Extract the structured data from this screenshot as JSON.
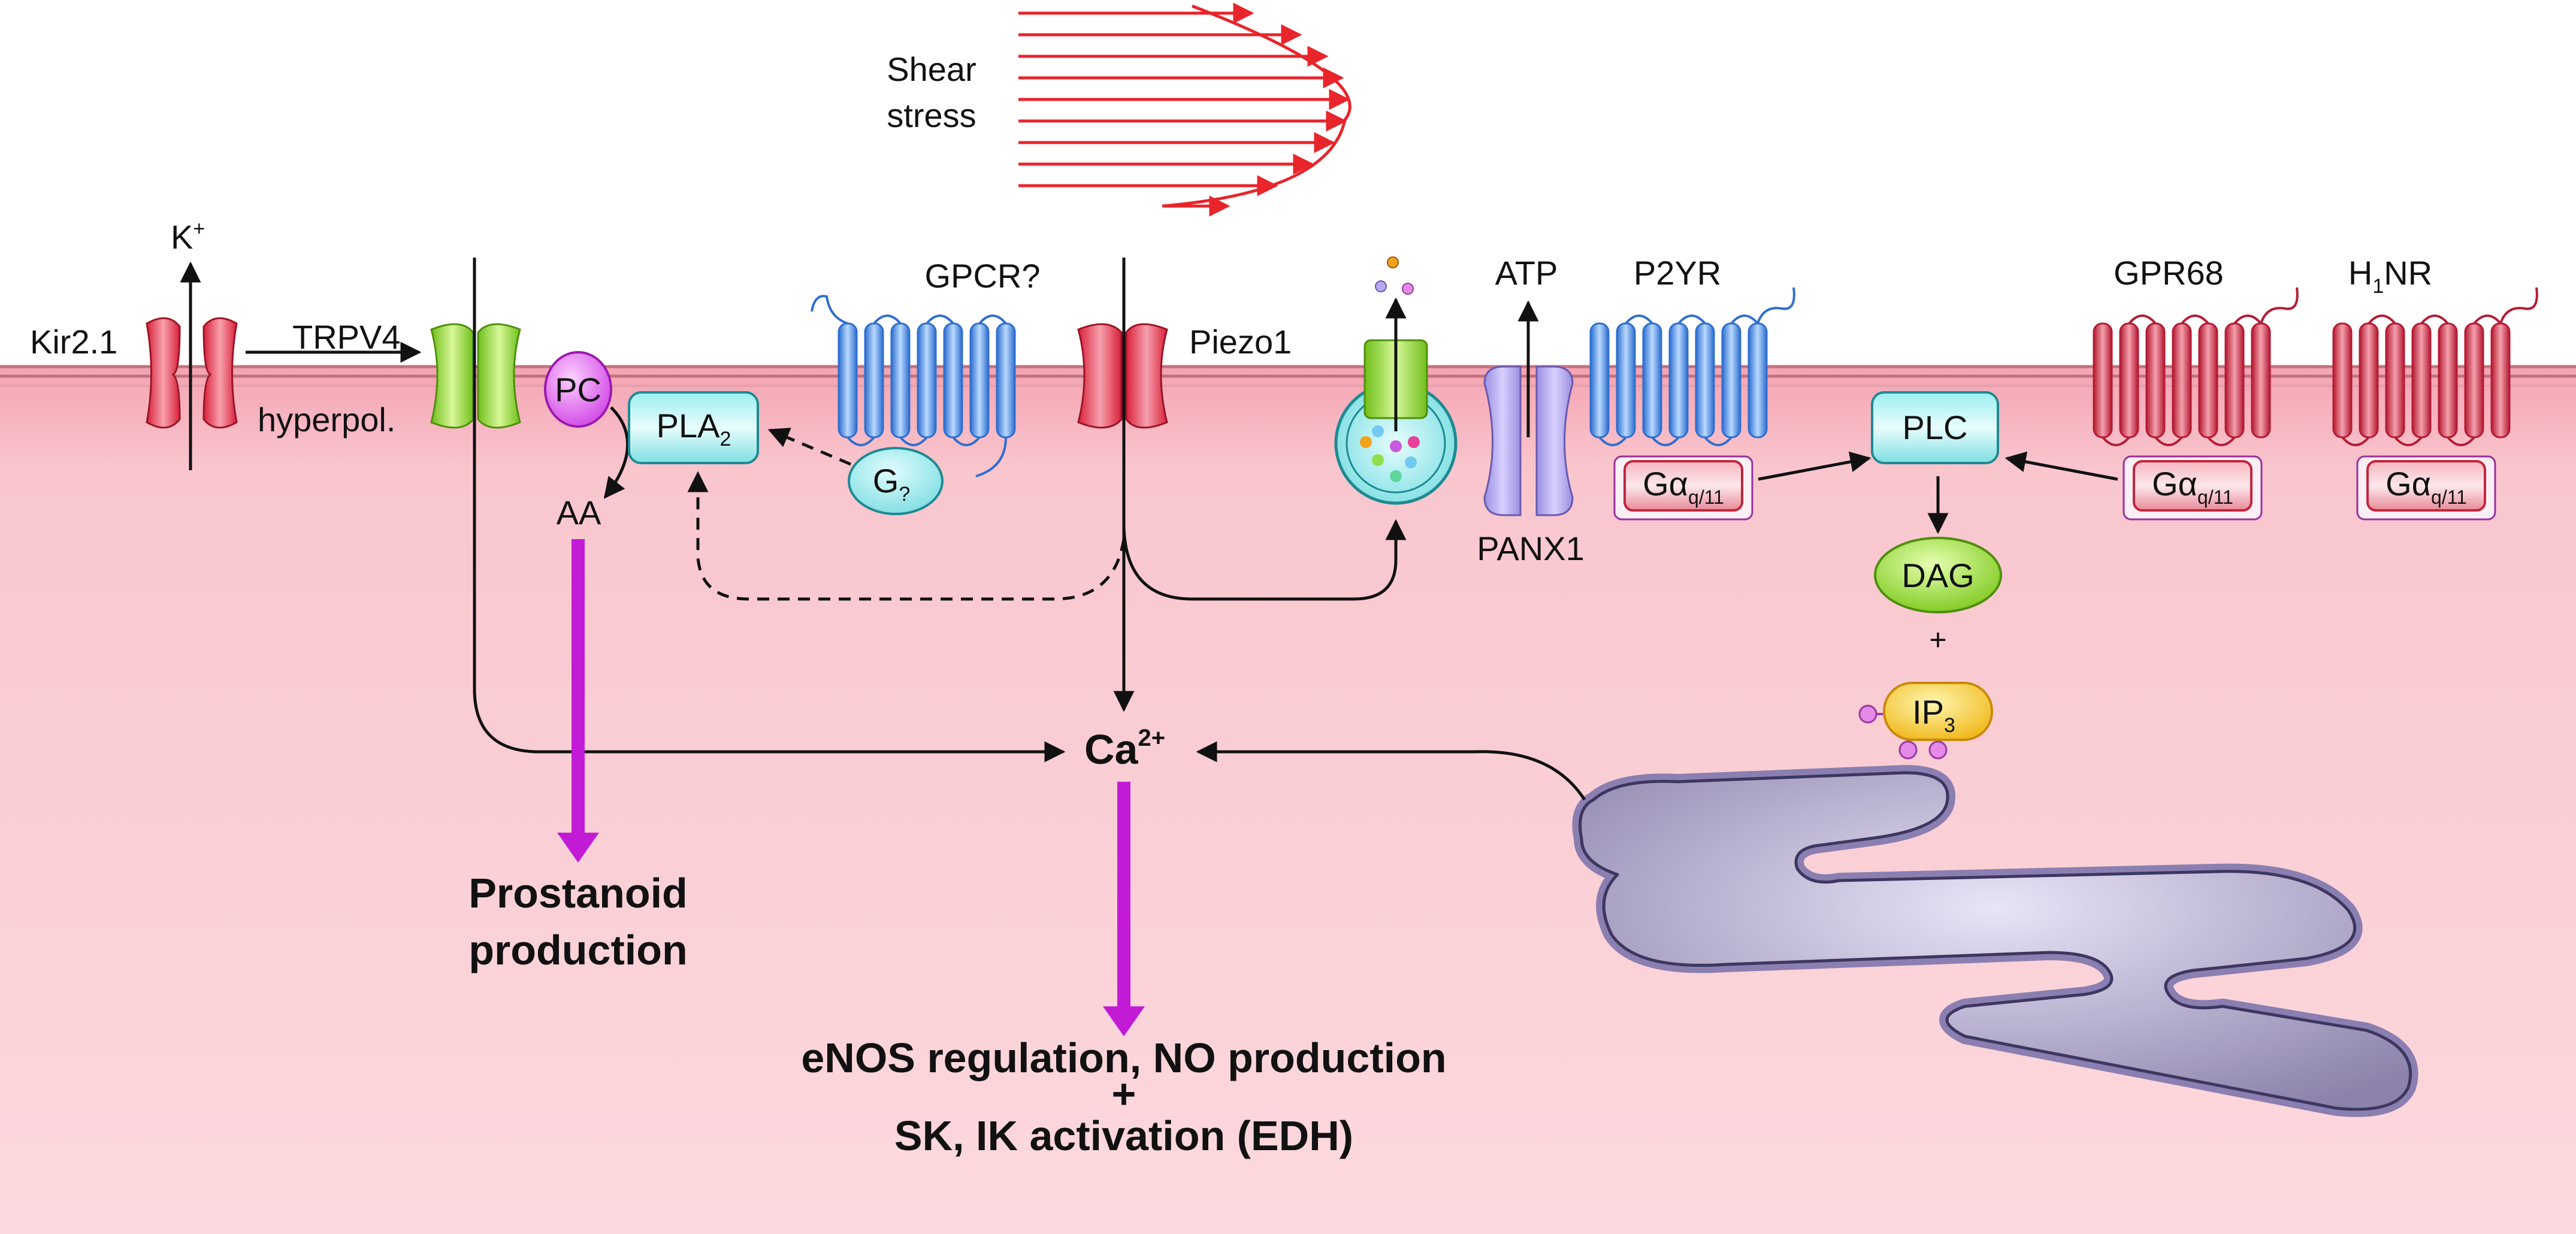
{
  "labels": {
    "shear_stress": [
      "Shear",
      "stress"
    ],
    "k_plus": "K",
    "k_sup": "+",
    "kir21": "Kir2.1",
    "trpv4": "TRPV4",
    "hyperpol": "hyperpol.",
    "pc": "PC",
    "pla2": "PLA",
    "pla2_sub": "2",
    "aa": "AA",
    "gpcr_q": "GPCR?",
    "g_q": "G",
    "g_q_sub": "?",
    "piezo1": "Piezo1",
    "atp": "ATP",
    "panx1": "PANX1",
    "p2yr": "P2YR",
    "gaq_left": "Gα",
    "gaq_sub": "q/11",
    "plc": "PLC",
    "gpr68": "GPR68",
    "h1nr_h": "H",
    "h1nr_sub": "1",
    "h1nr_rest": "NR",
    "dag": "DAG",
    "plus": "+",
    "ip3": "IP",
    "ip3_sub": "3",
    "ca": "Ca",
    "ca_sup": "2+",
    "prostanoid": [
      "Prostanoid",
      "production"
    ],
    "outcome_line1": "eNOS regulation, NO production",
    "outcome_plus": "+",
    "outcome_line2": "SK, IK activation (EDH)"
  },
  "colors": {
    "cytoplasm": "#fbd3d9",
    "membrane_top": "#f2a1ae",
    "shear_arrows": "#e8252b",
    "magenta_arrow": "#c21bd6",
    "gpcr_blue": "#3b7fd4",
    "gpcr_red": "#c2263c",
    "er": "#8e84ad"
  }
}
